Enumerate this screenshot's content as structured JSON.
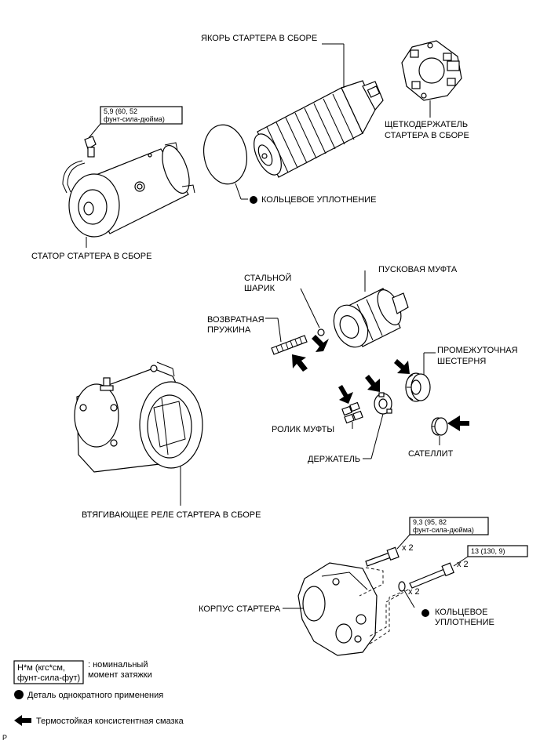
{
  "labels": {
    "armature": "ЯКОРЬ СТАРТЕРА В СБОРЕ",
    "brush_holder_1": "ЩЕТКОДЕРЖАТЕЛЬ",
    "brush_holder_2": "СТАРТЕРА В СБОРЕ",
    "yoke": "СТАТОР СТАРТЕРА В СБОРЕ",
    "o_ring_1": "КОЛЬЦЕВОЕ УПЛОТНЕНИЕ",
    "steel_ball_1": "СТАЛЬНОЙ",
    "steel_ball_2": "ШАРИК",
    "clutch": "ПУСКОВАЯ МУФТА",
    "return_spring_1": "ВОЗВРАТНАЯ",
    "return_spring_2": "ПРУЖИНА",
    "idle_gear_1": "ПРОМЕЖУТОЧНАЯ",
    "idle_gear_2": "ШЕСТЕРНЯ",
    "clutch_roller": "РОЛИК МУФТЫ",
    "retainer": "ДЕРЖАТЕЛЬ",
    "planetary_gear": "САТЕЛЛИТ",
    "solenoid": "ВТЯГИВАЮЩЕЕ РЕЛЕ СТАРТЕРА В СБОРЕ",
    "housing": "КОРПУС СТАРТЕРА",
    "o_ring_2a": "КОЛЬЦЕВОЕ",
    "o_ring_2b": "УПЛОТНЕНИЕ"
  },
  "torques": {
    "yoke_nut_1": "5,9 (60, 52",
    "yoke_nut_2": "фунт-сила-дюйма)",
    "bolt_short_1": "9,3 (95, 82",
    "bolt_short_2": "фунт-сила-дюйма)",
    "bolt_long": "13 (130, 9)"
  },
  "quantities": {
    "bolt_short": "x 2",
    "bolt_long": "x 2",
    "o_ring": "x 2"
  },
  "legend": {
    "torque_box_1": "Н*м (кгс*см,",
    "torque_box_2": "фунт-сила-фут)",
    "torque_desc_1": ": номинальный",
    "torque_desc_2": "момент затяжки",
    "non_reusable": "Деталь однократного применения",
    "grease": "Термостойкая консистентная смазка"
  },
  "corner_code": "P"
}
